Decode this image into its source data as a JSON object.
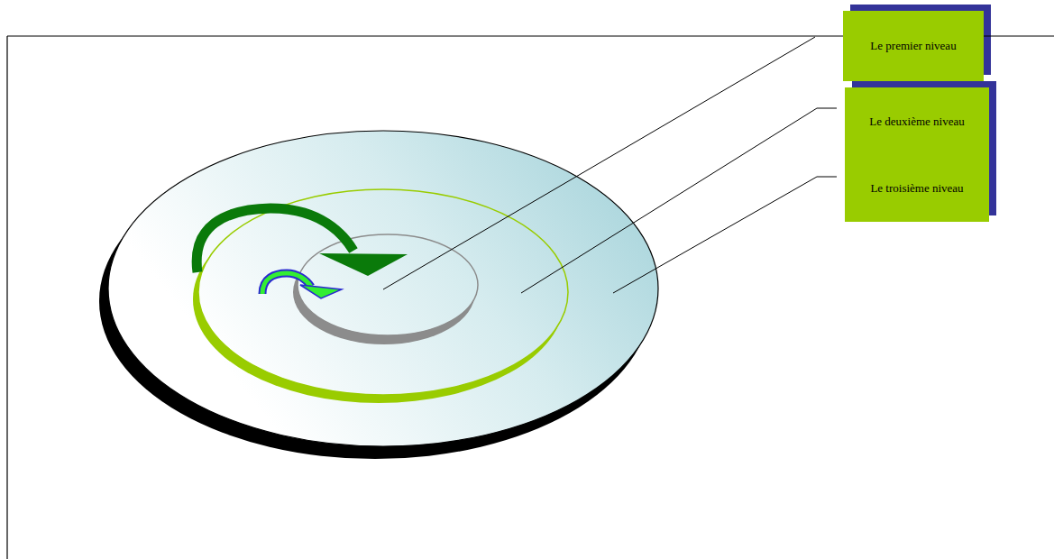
{
  "diagram": {
    "nodes": [
      {
        "text": [
          "Le premier niveau"
        ]
      },
      {
        "text": [
          "Le deuxième niveau"
        ]
      },
      {
        "text": [
          "Le troisième niveau"
        ]
      }
    ]
  }
}
